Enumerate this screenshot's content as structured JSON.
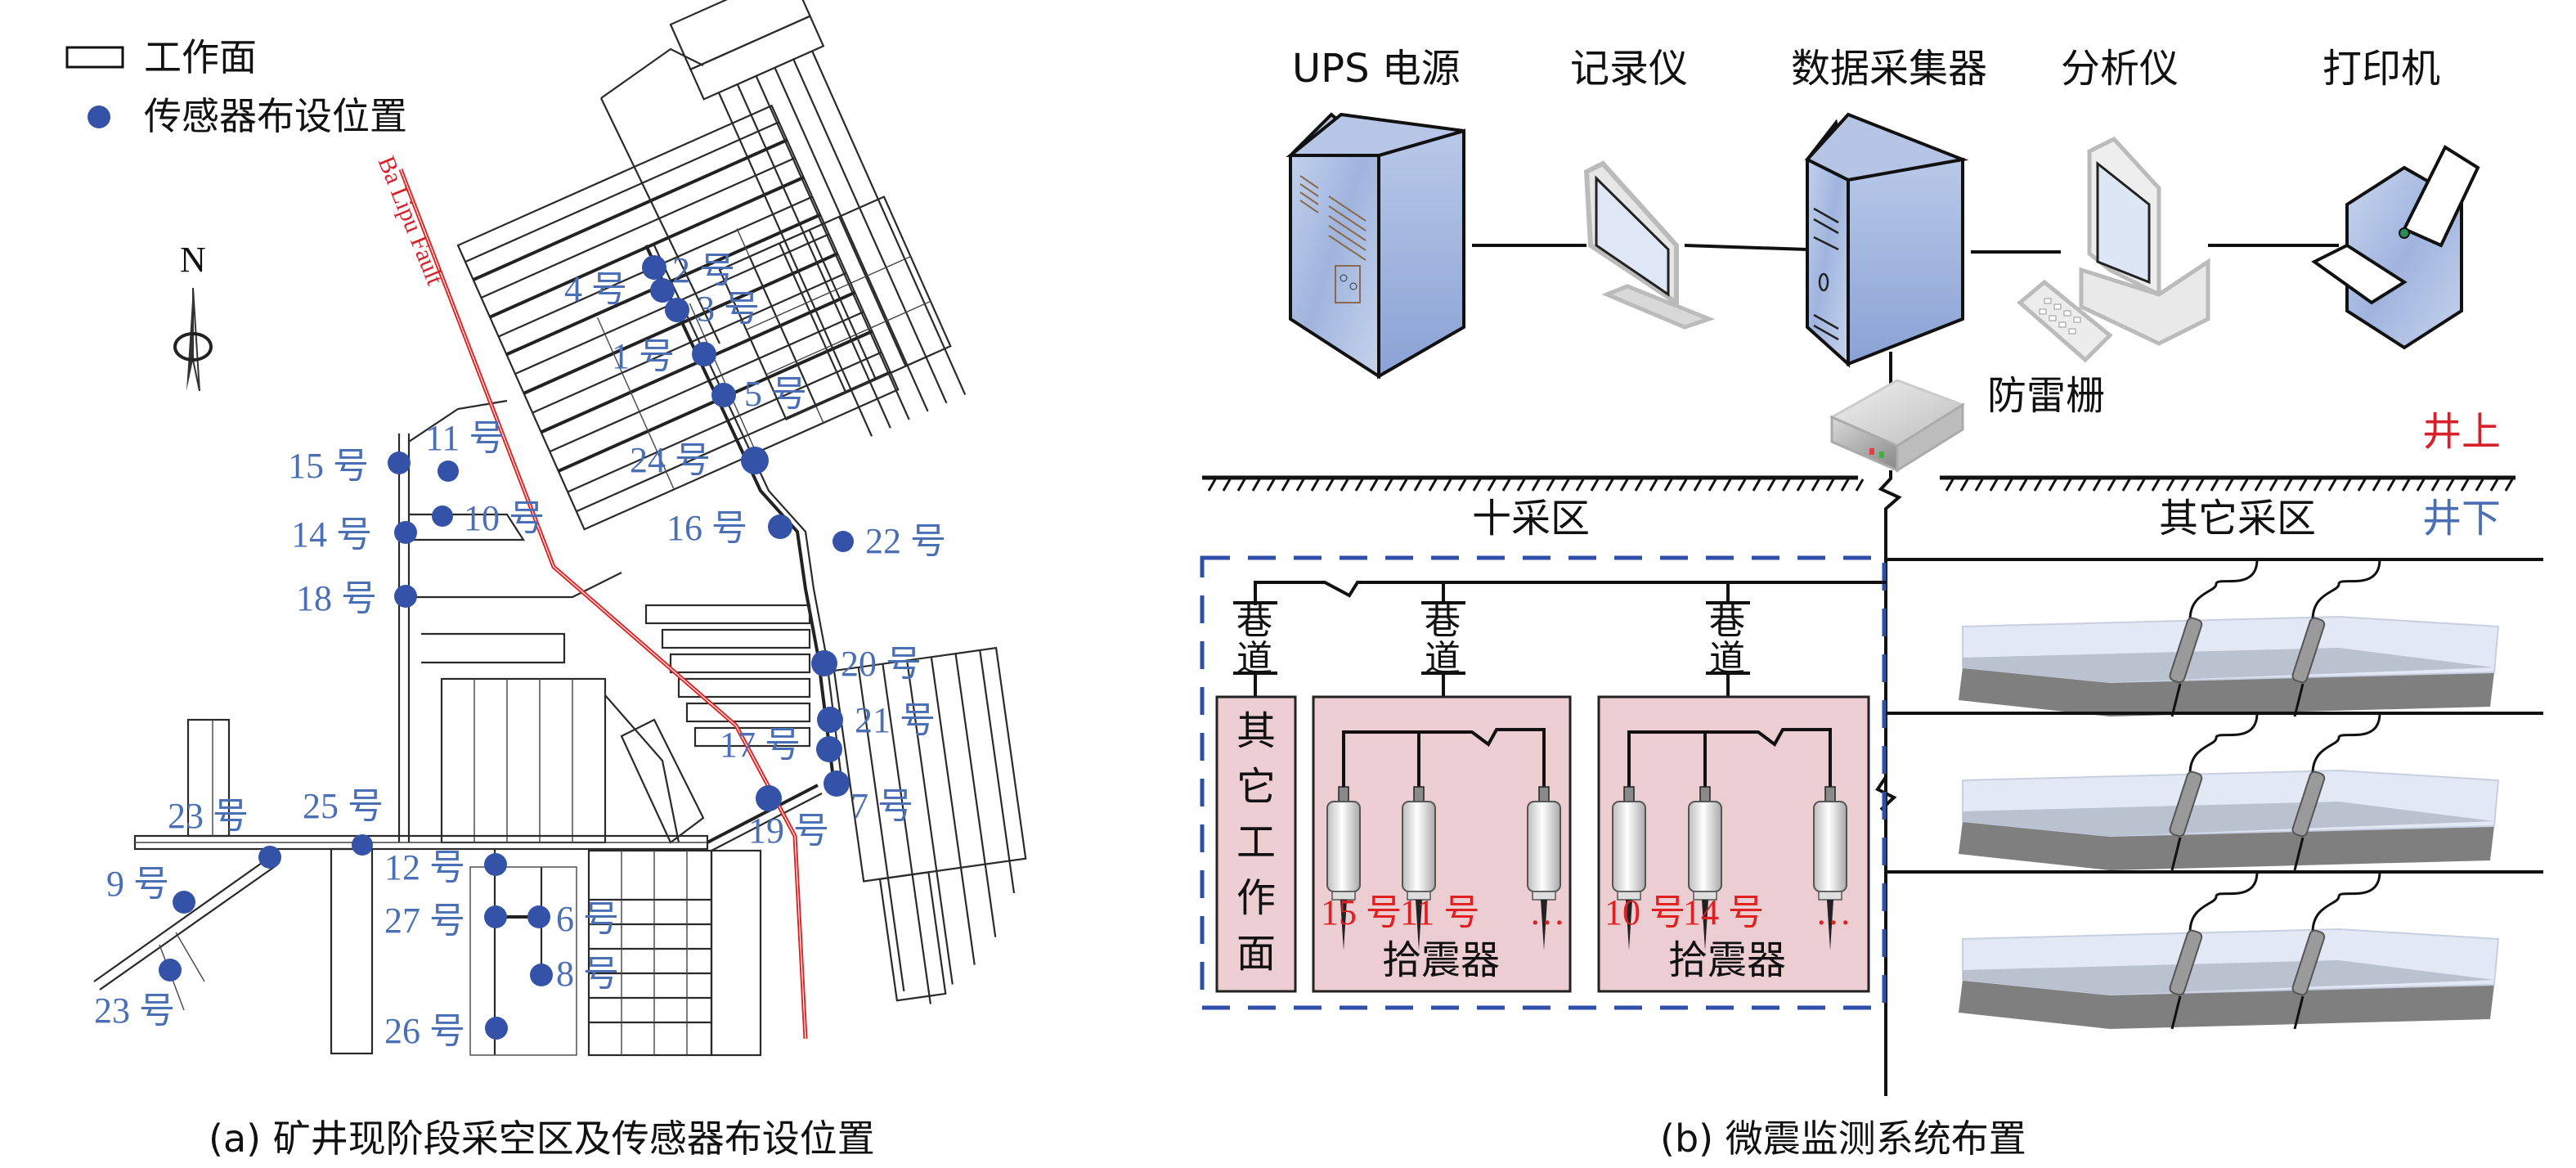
{
  "legend": {
    "workface_label": "工作面",
    "sensor_label": "传感器布设位置"
  },
  "compass": {
    "north_label": "N",
    "icon": "north-arrow-icon"
  },
  "fault": {
    "label": "Ba Lipu Fault",
    "color": "#e02020"
  },
  "sensors": [
    {
      "id": "2",
      "label": "2 号"
    },
    {
      "id": "4",
      "label": "4 号"
    },
    {
      "id": "3",
      "label": "3 号"
    },
    {
      "id": "1",
      "label": "1 号"
    },
    {
      "id": "5",
      "label": "5 号"
    },
    {
      "id": "24",
      "label": "24 号"
    },
    {
      "id": "16",
      "label": "16 号"
    },
    {
      "id": "22",
      "label": "22 号"
    },
    {
      "id": "15",
      "label": "15 号"
    },
    {
      "id": "11",
      "label": "11 号"
    },
    {
      "id": "10",
      "label": "10 号"
    },
    {
      "id": "14",
      "label": "14 号"
    },
    {
      "id": "18",
      "label": "18 号"
    },
    {
      "id": "20",
      "label": "20 号"
    },
    {
      "id": "21",
      "label": "21 号"
    },
    {
      "id": "17",
      "label": "17 号"
    },
    {
      "id": "7",
      "label": "7 号"
    },
    {
      "id": "19",
      "label": "19 号"
    },
    {
      "id": "23a",
      "label": "23 号"
    },
    {
      "id": "25",
      "label": "25 号"
    },
    {
      "id": "12",
      "label": "12 号"
    },
    {
      "id": "9",
      "label": "9 号"
    },
    {
      "id": "23b",
      "label": "23 号"
    },
    {
      "id": "27",
      "label": "27 号"
    },
    {
      "id": "6",
      "label": "6 号"
    },
    {
      "id": "8",
      "label": "8 号"
    },
    {
      "id": "26",
      "label": "26 号"
    }
  ],
  "captions": {
    "a": "(a) 矿井现阶段采空区及传感器布设位置",
    "b": "(b) 微震监测系统布置"
  },
  "system": {
    "devices": [
      {
        "label": "UPS 电源",
        "icon": "ups-tower-icon"
      },
      {
        "label": "记录仪",
        "icon": "monitor-icon"
      },
      {
        "label": "数据采集器",
        "icon": "server-tower-icon"
      },
      {
        "label": "分析仪",
        "icon": "desktop-computer-icon"
      },
      {
        "label": "打印机",
        "icon": "printer-icon"
      }
    ],
    "surge_protector": {
      "label": "防雷栅",
      "icon": "surge-protector-icon"
    },
    "above_ground": "井上",
    "below_ground": "井下",
    "zone_ten": "十采区",
    "zone_other": "其它采区",
    "tunnel_label": "巷道",
    "other_workface": "其它工作面",
    "geophone_groups": [
      {
        "numbers": [
          "15 号",
          "11 号",
          "…"
        ],
        "label": "拾震器"
      },
      {
        "numbers": [
          "10 号",
          "14 号",
          "…"
        ],
        "label": "拾震器"
      }
    ],
    "colors": {
      "dashed_border": "#2e4ea8",
      "box_fill": "#ebcdd2",
      "sensor_blue": "#3452a8",
      "label_blue": "#4a6fb5",
      "label_red": "#e02020"
    }
  }
}
